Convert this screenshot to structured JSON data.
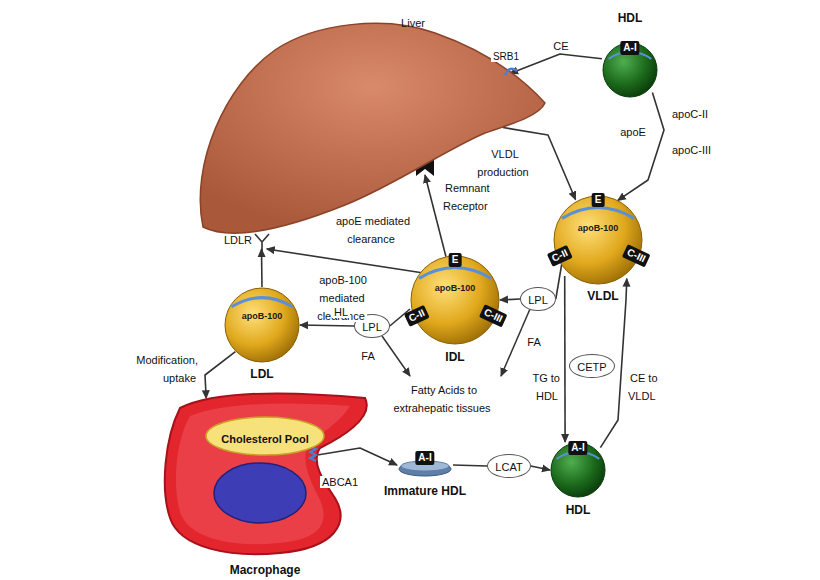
{
  "diagram": {
    "nodes": [
      {
        "text": [
          "Liver"
        ]
      },
      {
        "text": [
          "A-I",
          "HDL"
        ]
      },
      {
        "text": [
          "E",
          "apoB-100",
          "C-II",
          "C-III",
          "VLDL"
        ]
      },
      {
        "text": [
          "LPL"
        ]
      },
      {
        "text": [
          "E",
          "apoB-100",
          "C-II",
          "C-III",
          "IDL"
        ]
      },
      {
        "text": [
          "LPL"
        ]
      },
      {
        "text": [
          "apoB-100",
          "LDL"
        ]
      },
      {
        "text": [
          "CETP"
        ]
      },
      {
        "text": [
          "Macrophage"
        ]
      },
      {
        "text": [
          "Cholesterol Pool"
        ],
        "in": 8
      },
      {
        "text": [
          "A-I",
          "Immature HDL"
        ]
      },
      {
        "text": [
          "LCAT"
        ]
      },
      {
        "text": [
          "A-I",
          "HDL"
        ]
      }
    ],
    "edges": [
      {
        "from": 1,
        "to": 0,
        "arrow": "to",
        "label": "CE"
      },
      {
        "from": 1,
        "to": 2,
        "arrow": "to"
      },
      {
        "from": 0,
        "to": 2,
        "arrow": "to",
        "label": "VLDL production"
      },
      {
        "from": 2,
        "to": 3,
        "arrow": "none"
      },
      {
        "from": 3,
        "to": 4,
        "arrow": "to"
      },
      {
        "from": 4,
        "to": 0,
        "arrow": "to",
        "label": "apoE mediated clearance"
      },
      {
        "from": 4,
        "to": 0,
        "arrow": "to"
      },
      {
        "from": 4,
        "to": 5,
        "arrow": "none"
      },
      {
        "from": 5,
        "to": 6,
        "arrow": "to"
      },
      {
        "from": 6,
        "to": 0,
        "arrow": "to"
      },
      {
        "from": 6,
        "to": 8,
        "arrow": "to",
        "label": "Modification, uptake"
      },
      {
        "from": 8,
        "to": 10,
        "arrow": "to"
      },
      {
        "from": 10,
        "to": 11,
        "arrow": "none"
      },
      {
        "from": 11,
        "to": 12,
        "arrow": "to"
      },
      {
        "from": 2,
        "to": 12,
        "arrow": "to",
        "label": "TG to HDL"
      },
      {
        "from": 12,
        "to": 2,
        "arrow": "to",
        "label": "CE to VLDL"
      }
    ],
    "labels": [
      "SRB1",
      "apoC-II",
      "apoE",
      "apoC-III",
      "Remnant Receptor",
      "LDLR",
      "apoB-100 mediated clearance",
      "HL",
      "FA",
      "FA",
      "Fatty Acids to extrahepatic tissues",
      "ABCA1"
    ]
  }
}
